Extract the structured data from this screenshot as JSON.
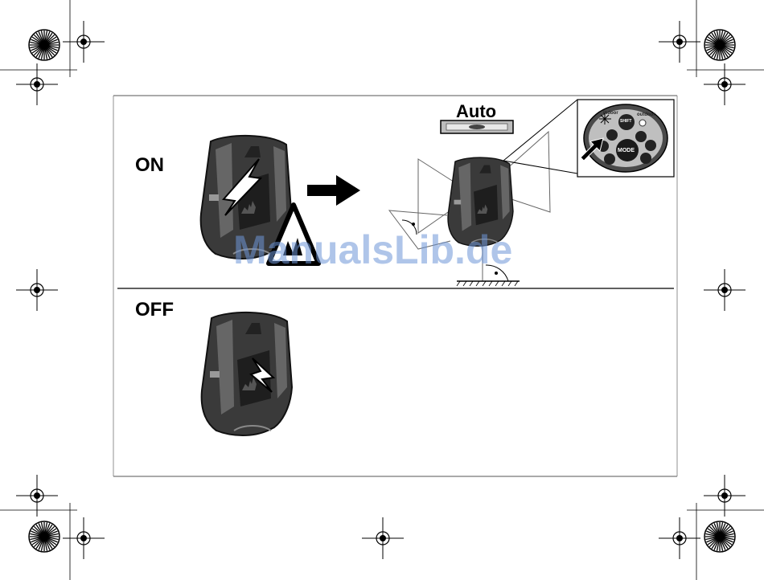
{
  "sections": {
    "on": {
      "label": "ON"
    },
    "off": {
      "label": "OFF"
    }
  },
  "level_indicator": {
    "label": "Auto"
  },
  "keypad": {
    "indoor_label": "indoor",
    "outdoor_label": "outdoor",
    "shift_label": "SHIFT",
    "mode_label": "MODE"
  },
  "watermark": {
    "text": "ManualsLib.de"
  },
  "colors": {
    "device_dark": "#3a3a3a",
    "device_mid": "#777777",
    "watermark": "#6e96d7"
  }
}
